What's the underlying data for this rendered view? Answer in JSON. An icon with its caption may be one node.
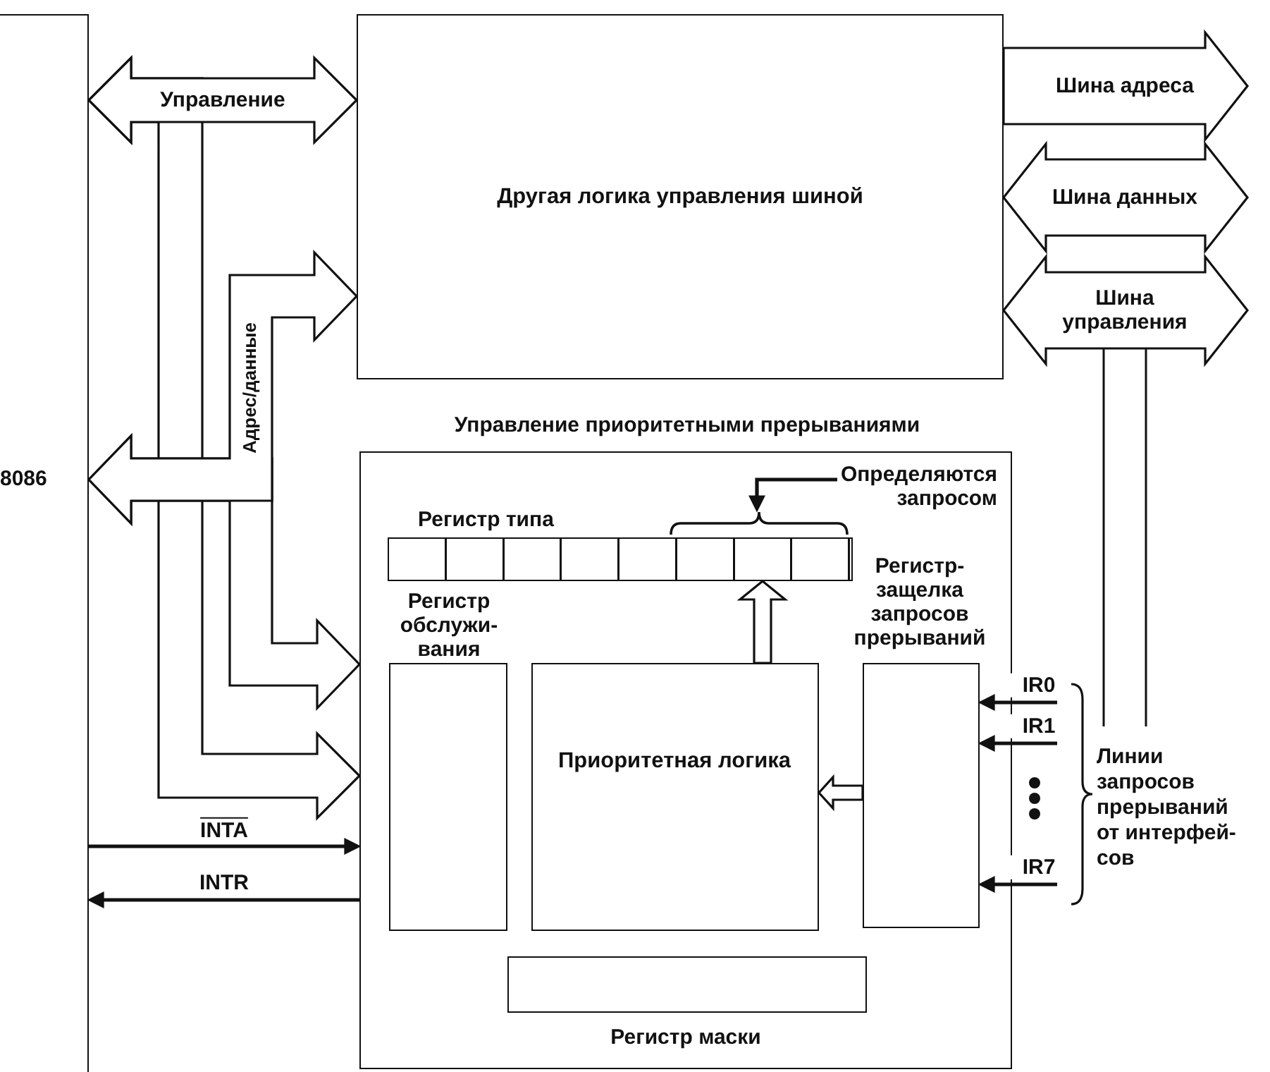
{
  "diagram": {
    "nodes": [
      {
        "text": [
          "8086"
        ]
      },
      {
        "text": [
          "Другая логика управления шиной"
        ]
      },
      {
        "text": [
          "Управление приоритетными прерываниями"
        ]
      },
      {
        "text": [
          "Определяются запросом"
        ],
        "in": 2
      },
      {
        "text": [],
        "shape": "brace",
        "in": 2
      },
      {
        "text": [
          "Регистр типа"
        ],
        "in": 2
      },
      {
        "text": [
          "Регистр обслужи- вания"
        ],
        "in": 2
      },
      {
        "text": [
          "Приоритетная логика"
        ],
        "in": 2
      },
      {
        "text": [
          "Регистр-защелка запросов прерываний"
        ],
        "in": 2
      },
      {
        "text": [
          "Регистр маски"
        ],
        "in": 2
      }
    ],
    "edges": [
      {
        "from": 0,
        "to": 1,
        "arrow": "both",
        "label": "Управление",
        "style": "thick"
      },
      {
        "from": 0,
        "to": 2,
        "arrow": "both",
        "style": "thick"
      },
      {
        "from": 0,
        "to": 1,
        "arrow": "both",
        "label": "Адрес/данные",
        "style": "thick"
      },
      {
        "from": 0,
        "to": 2,
        "arrow": "both",
        "style": "thick"
      },
      {
        "from": 1,
        "to": null,
        "arrow": "to",
        "label": "Шина адреса",
        "style": "thick"
      },
      {
        "from": 1,
        "to": null,
        "arrow": "both",
        "label": "Шина данных",
        "style": "thick"
      },
      {
        "from": 1,
        "to": null,
        "arrow": "both",
        "label": "Шина управления",
        "style": "thick"
      },
      {
        "from": 7,
        "to": 5,
        "arrow": "to",
        "style": "thick"
      },
      {
        "from": 8,
        "to": 7,
        "arrow": "to",
        "style": "thick"
      },
      {
        "from": 0,
        "to": 2,
        "arrow": "to",
        "label": "INTA"
      },
      {
        "from": 2,
        "to": 0,
        "arrow": "to",
        "label": "INTR"
      },
      {
        "from": null,
        "to": 8,
        "arrow": "to",
        "label": "IR0"
      },
      {
        "from": null,
        "to": 8,
        "arrow": "to",
        "label": "IR1"
      },
      {
        "from": null,
        "to": 8,
        "arrow": "to",
        "label": "IR7"
      },
      {
        "from": 3,
        "to": 4,
        "arrow": "to"
      }
    ],
    "labels": [
      "Линии запросов прерываний от интерфей- сов"
    ]
  }
}
